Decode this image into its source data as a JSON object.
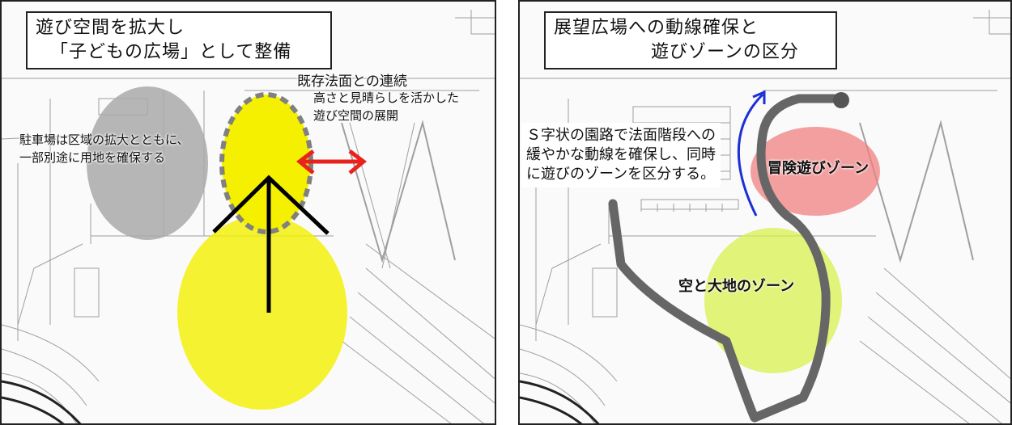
{
  "left_panel": {
    "title_line1": "遊び空間を拡大し",
    "title_line2": "「子どもの広場」として整備",
    "existing_slope_heading": "既存法面との連続",
    "existing_slope_line1": "高さと見晴らしを活かした",
    "existing_slope_line2": "遊び空間の展開",
    "parking_line1": "駐車場は区域の拡大とともに、",
    "parking_line2": "一部別途に用地を確保する",
    "colors": {
      "grey_zone": "#a9a9a9",
      "yellow_zone": "#f4f000",
      "red_arrow": "#e8231e",
      "black_arrow": "#000000"
    }
  },
  "right_panel": {
    "title_line1": "展望広場への動線確保と",
    "title_line2": "遊びゾーンの区分",
    "callout_line1": "Ｓ字状の園路で法面階段への",
    "callout_line2": "緩やかな動線を確保し、同時",
    "callout_line3": "に遊びのゾーンを区分する。",
    "zone_adventure": "冒険遊びゾーン",
    "zone_sky_earth": "空と大地のゾーン",
    "colors": {
      "adventure_zone": "#f08080",
      "sky_earth_zone": "#d8f04c",
      "path": "#666666",
      "blue_arrow": "#1b2fd6"
    }
  }
}
